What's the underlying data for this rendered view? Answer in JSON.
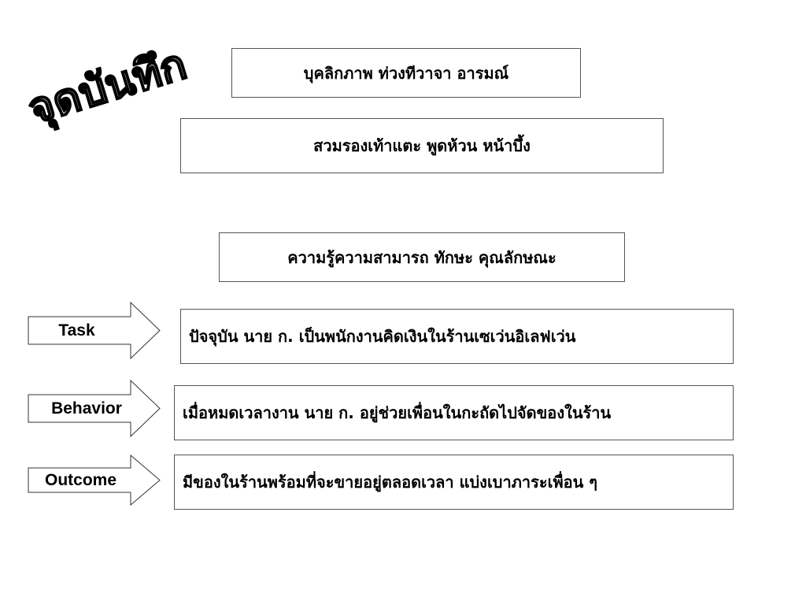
{
  "title": "จุดบันทึก",
  "boxes": {
    "personality": "บุคลิกภาพ ท่วงทีวาจา อารมณ์",
    "appearance": "สวมรองเท้าแตะ พูดห้วน หน้าบึ้ง",
    "competency": "ความรู้ความสามารถ ทักษะ คุณลักษณะ"
  },
  "rows": [
    {
      "label": "Task",
      "text": "ปัจจุบัน นาย ก. เป็นพนักงานคิดเงินในร้านเซเว่นอิเลฟเว่น"
    },
    {
      "label": "Behavior",
      "text": "เมื่อหมดเวลางาน นาย ก. อยู่ช่วยเพื่อนในกะถัดไปจัดของในร้าน"
    },
    {
      "label": "Outcome",
      "text": "มีของในร้านพร้อมที่จะขายอยู่ตลอดเวลา แบ่งเบาภาระเพื่อน ๆ"
    }
  ]
}
